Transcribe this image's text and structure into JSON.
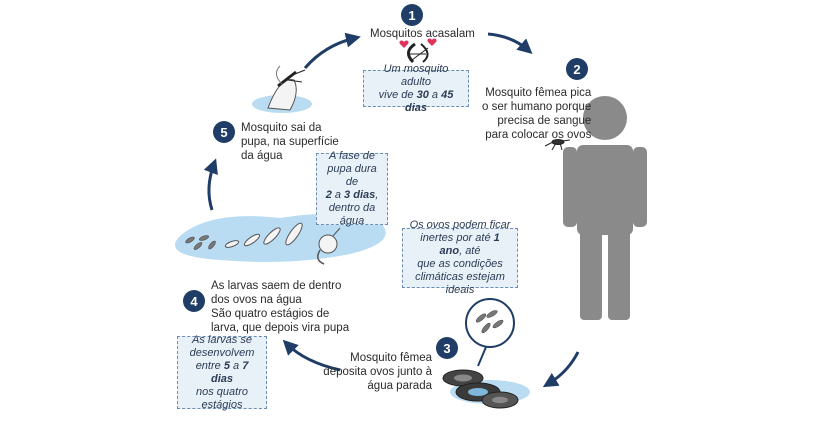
{
  "steps": [
    {
      "number": "1",
      "lines": [
        "Mosquitos acasalam"
      ]
    },
    {
      "number": "2",
      "lines": [
        "Mosquito fêmea pica",
        "o ser humano porque",
        "precisa de sangue",
        "para colocar os ovos"
      ]
    },
    {
      "number": "3",
      "lines": [
        "Mosquito fêmea",
        "deposita ovos junto à",
        "água parada"
      ]
    },
    {
      "number": "4",
      "lines": [
        "As larvas saem de dentro",
        "dos ovos na água",
        "São  quatro estágios de",
        "larva, que depois vira pupa"
      ]
    },
    {
      "number": "5",
      "lines": [
        "Mosquito sai da",
        "pupa, na superfície",
        "da água"
      ]
    }
  ],
  "notes": {
    "adult": [
      [
        {
          "t": "Um mosquito adulto"
        }
      ],
      [
        {
          "t": "vive de "
        },
        {
          "t": "30",
          "b": true
        },
        {
          "t": " a "
        },
        {
          "t": "45 dias",
          "b": true
        }
      ]
    ],
    "pupa": [
      [
        {
          "t": "A fase de"
        }
      ],
      [
        {
          "t": "pupa dura de"
        }
      ],
      [
        {
          "t": "2",
          "b": true
        },
        {
          "t": " a "
        },
        {
          "t": "3 dias",
          "b": true
        },
        {
          "t": ","
        }
      ],
      [
        {
          "t": "dentro da"
        }
      ],
      [
        {
          "t": "água"
        }
      ]
    ],
    "eggs": [
      [
        {
          "t": "Os ovos  podem ficar"
        }
      ],
      [
        {
          "t": "inertes por até "
        },
        {
          "t": "1 ano",
          "b": true
        },
        {
          "t": ", até"
        }
      ],
      [
        {
          "t": "que as condições"
        }
      ],
      [
        {
          "t": "climáticas estejam ideais"
        }
      ]
    ],
    "larvae": [
      [
        {
          "t": "As larvas se"
        }
      ],
      [
        {
          "t": "desenvolvem"
        }
      ],
      [
        {
          "t": "entre "
        },
        {
          "t": "5",
          "b": true
        },
        {
          "t": " a "
        },
        {
          "t": "7 dias",
          "b": true
        }
      ],
      [
        {
          "t": "nos quatro"
        }
      ],
      [
        {
          "t": "estágios"
        }
      ]
    ]
  },
  "colors": {
    "badge": "#1f3d66",
    "arrow": "#1f3d66",
    "human": "#8a8a8a",
    "water": "#b9dcf2",
    "note_bg": "#e8f1f8",
    "note_border": "#6a8db3",
    "heart": "#e0335a"
  }
}
